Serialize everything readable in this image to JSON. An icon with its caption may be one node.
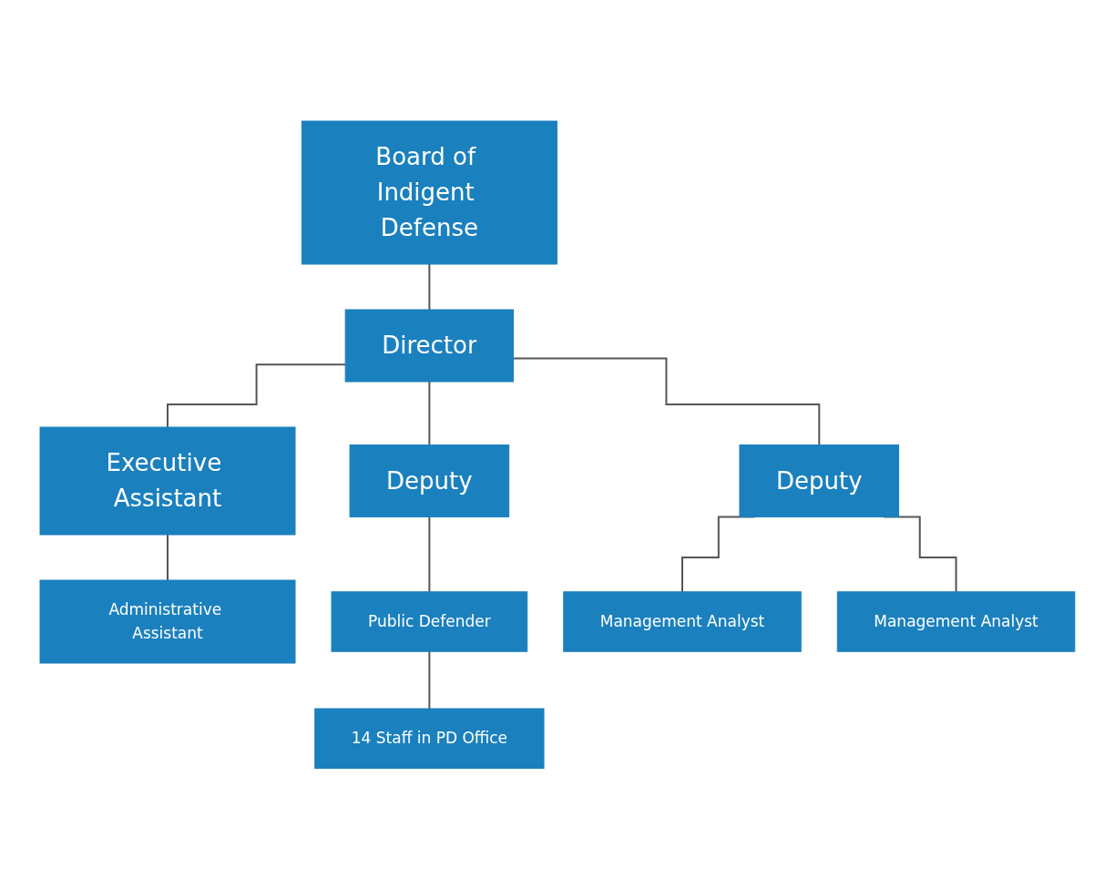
{
  "diagram": {
    "nodes": [
      {
        "text": [
          "Board of Indigent Defense"
        ]
      },
      {
        "text": [
          "Director"
        ]
      },
      {
        "text": [
          "Executive Assistant"
        ]
      },
      {
        "text": [
          "Deputy"
        ]
      },
      {
        "text": [
          "Deputy"
        ]
      },
      {
        "text": [
          "Administrative Assistant"
        ]
      },
      {
        "text": [
          "Public Defender"
        ]
      },
      {
        "text": [
          "Management Analyst"
        ]
      },
      {
        "text": [
          "Management Analyst"
        ]
      },
      {
        "text": [
          "14 Staff in PD Office"
        ]
      }
    ],
    "edges": [
      {
        "from": 0,
        "to": 1,
        "arrow": "none"
      },
      {
        "from": 1,
        "to": 2,
        "arrow": "none"
      },
      {
        "from": 1,
        "to": 3,
        "arrow": "none"
      },
      {
        "from": 1,
        "to": 4,
        "arrow": "none"
      },
      {
        "from": 2,
        "to": 5,
        "arrow": "none"
      },
      {
        "from": 3,
        "to": 6,
        "arrow": "none"
      },
      {
        "from": 4,
        "to": 7,
        "arrow": "none"
      },
      {
        "from": 4,
        "to": 8,
        "arrow": "none"
      },
      {
        "from": 6,
        "to": 9,
        "arrow": "none"
      }
    ]
  }
}
